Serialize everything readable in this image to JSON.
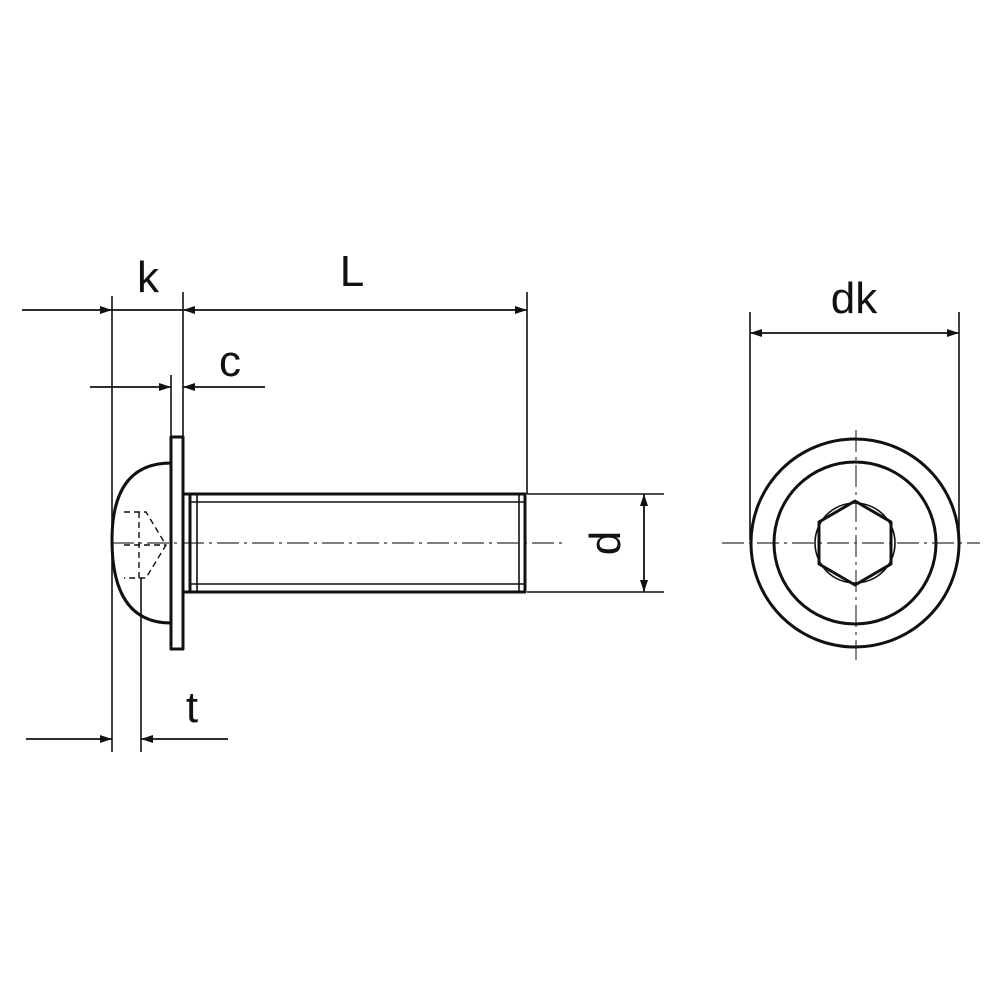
{
  "diagram": {
    "labels": {
      "k": "k",
      "L": "L",
      "c": "c",
      "d": "d",
      "t": "t",
      "dk": "dk"
    },
    "colors": {
      "ink": "#111111",
      "centerline": "#555555",
      "background": "#ffffff"
    }
  }
}
